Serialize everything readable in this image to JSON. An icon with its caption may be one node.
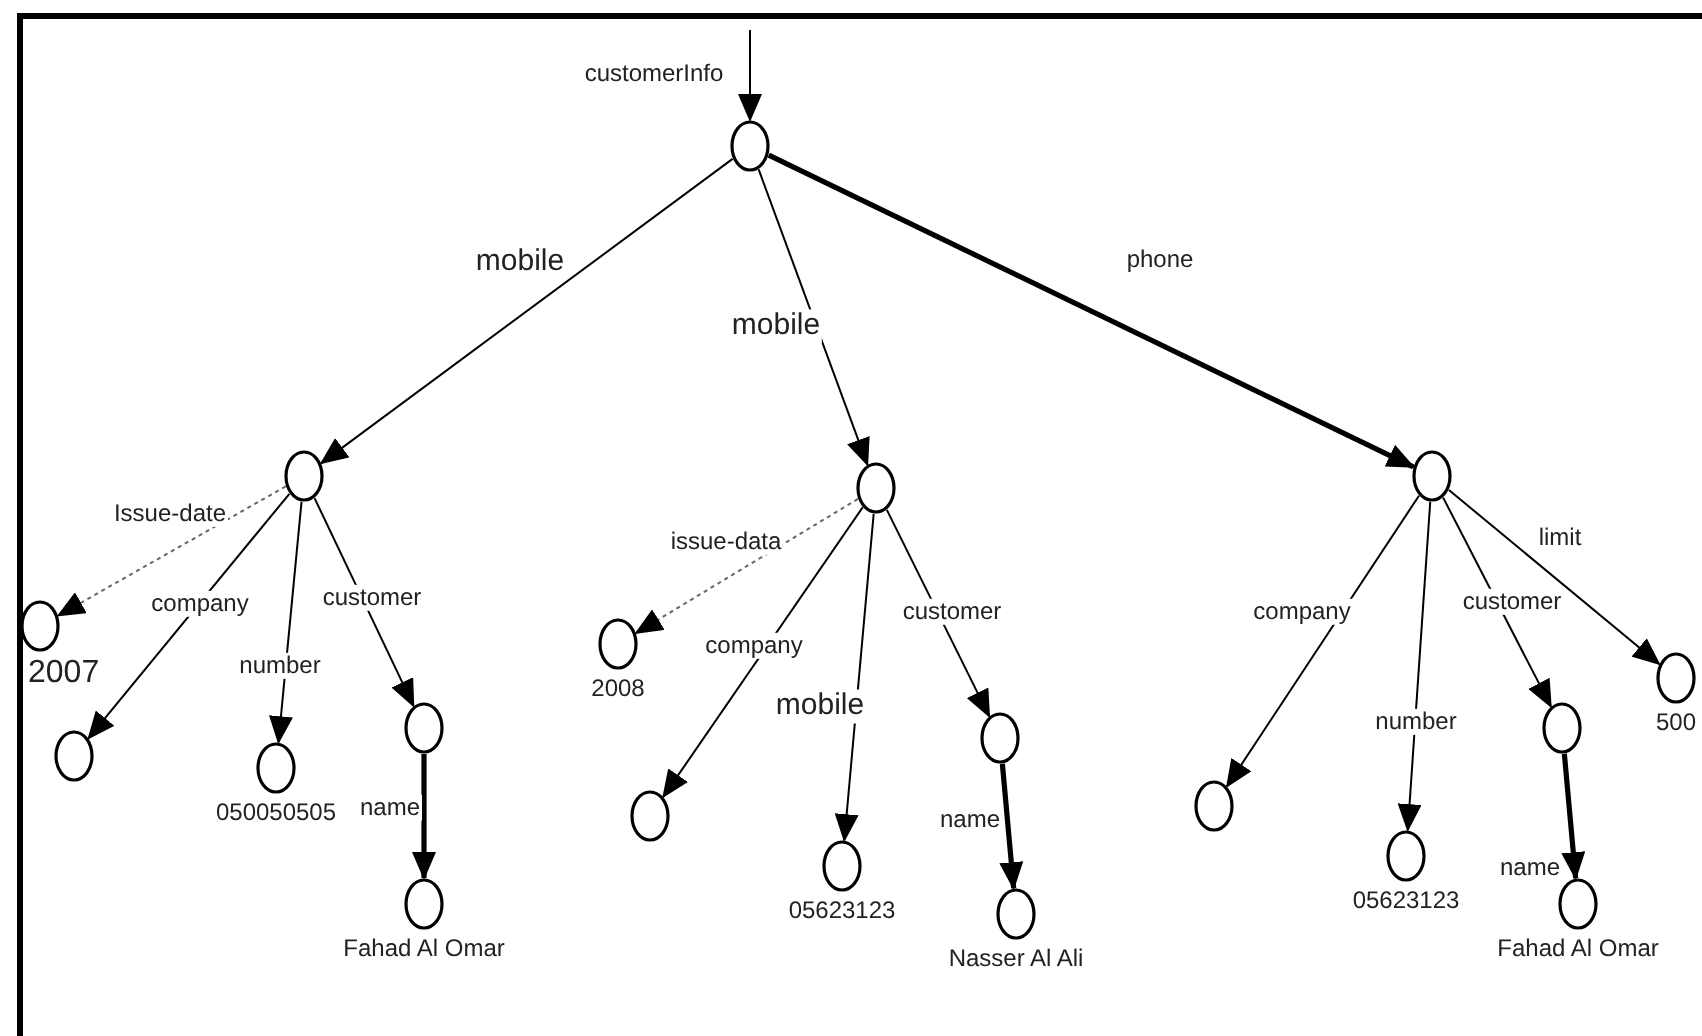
{
  "diagram": {
    "nodes": [
      {
        "text": [],
        "shape": "circle"
      },
      {
        "text": [],
        "shape": "circle"
      },
      {
        "text": [],
        "shape": "circle"
      },
      {
        "text": [],
        "shape": "circle"
      },
      {
        "text": [
          "2007"
        ]
      },
      {
        "text": [],
        "shape": "circle"
      },
      {
        "text": [
          "050050505"
        ]
      },
      {
        "text": [],
        "shape": "circle"
      },
      {
        "text": [
          "Fahad  Al Omar"
        ]
      },
      {
        "text": [
          "2008"
        ]
      },
      {
        "text": [],
        "shape": "circle"
      },
      {
        "text": [
          "05623123"
        ]
      },
      {
        "text": [],
        "shape": "circle"
      },
      {
        "text": [
          "Nasser Al Ali"
        ]
      },
      {
        "text": [],
        "shape": "circle"
      },
      {
        "text": [
          "05623123"
        ]
      },
      {
        "text": [],
        "shape": "circle"
      },
      {
        "text": [
          "Fahad  Al Omar"
        ]
      },
      {
        "text": [
          "500"
        ]
      }
    ],
    "edges": [
      {
        "from": null,
        "to": 0,
        "arrow": "to",
        "label": "customerInfo"
      },
      {
        "from": 0,
        "to": 1,
        "arrow": "to",
        "label": "mobile"
      },
      {
        "from": 0,
        "to": 2,
        "arrow": "to",
        "label": "mobile"
      },
      {
        "from": 0,
        "to": 3,
        "arrow": "to",
        "label": "phone",
        "style": "thick"
      },
      {
        "from": 1,
        "to": 4,
        "arrow": "to",
        "label": "Issue-date",
        "style": "dashed",
        "color": "#666666"
      },
      {
        "from": 1,
        "to": 5,
        "arrow": "to",
        "label": "company"
      },
      {
        "from": 1,
        "to": 6,
        "arrow": "to",
        "label": "number"
      },
      {
        "from": 1,
        "to": 7,
        "arrow": "to",
        "label": "customer"
      },
      {
        "from": 7,
        "to": 8,
        "arrow": "to",
        "label": "name",
        "style": "thick"
      },
      {
        "from": 2,
        "to": 9,
        "arrow": "to",
        "label": "issue-data",
        "style": "dashed",
        "color": "#666666"
      },
      {
        "from": 2,
        "to": 10,
        "arrow": "to",
        "label": "company"
      },
      {
        "from": 2,
        "to": 11,
        "arrow": "to",
        "label": "mobile"
      },
      {
        "from": 2,
        "to": 12,
        "arrow": "to",
        "label": "customer"
      },
      {
        "from": 12,
        "to": 13,
        "arrow": "to",
        "label": "name",
        "style": "thick"
      },
      {
        "from": 3,
        "to": 14,
        "arrow": "to",
        "label": "company"
      },
      {
        "from": 3,
        "to": 15,
        "arrow": "to",
        "label": "number"
      },
      {
        "from": 3,
        "to": 16,
        "arrow": "to",
        "label": "customer"
      },
      {
        "from": 3,
        "to": 18,
        "arrow": "to",
        "label": "limit"
      },
      {
        "from": 16,
        "to": 17,
        "arrow": "to",
        "label": "name",
        "style": "thick"
      }
    ]
  }
}
